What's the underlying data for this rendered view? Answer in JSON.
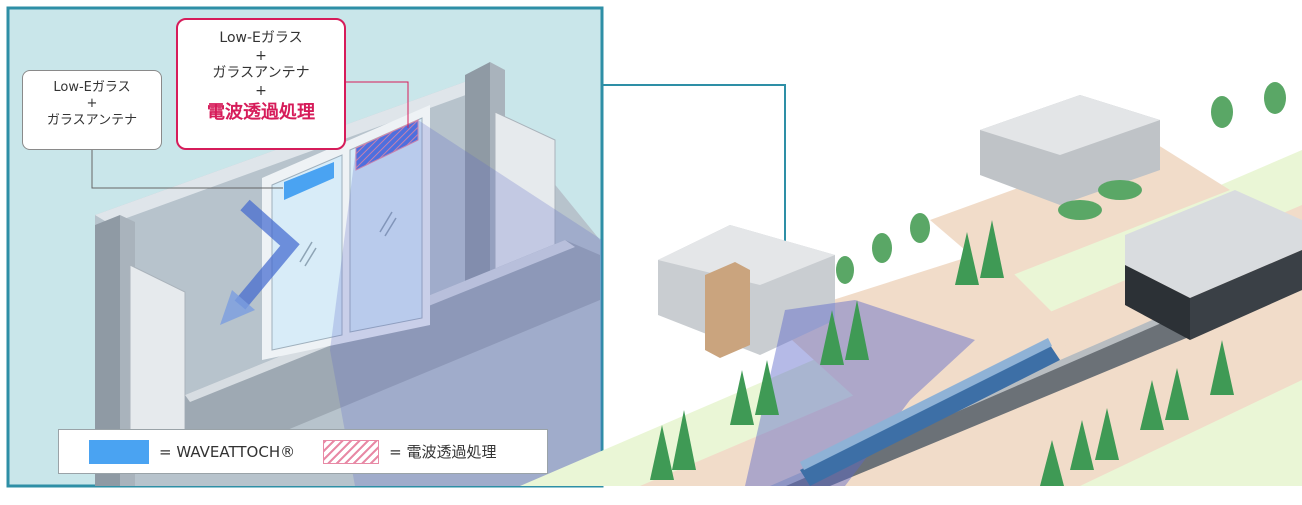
{
  "callouts": {
    "plain": {
      "line1": "Low-Eガラス",
      "line2": "+",
      "line3": "ガラスアンテナ"
    },
    "accent": {
      "line1": "Low-Eガラス",
      "line2": "+",
      "line3": "ガラスアンテナ",
      "line4": "+",
      "line5": "電波透過処理"
    }
  },
  "legend": {
    "item1": "= WAVEATTOCH®",
    "item2": "= 電波透過処理"
  },
  "colors": {
    "frame_border": "#2e8fa6",
    "panel_bg": "#c9e6ea",
    "antenna": "#4aa3f2",
    "highlight": "#d61c5a",
    "signal": "#5b66c9"
  }
}
